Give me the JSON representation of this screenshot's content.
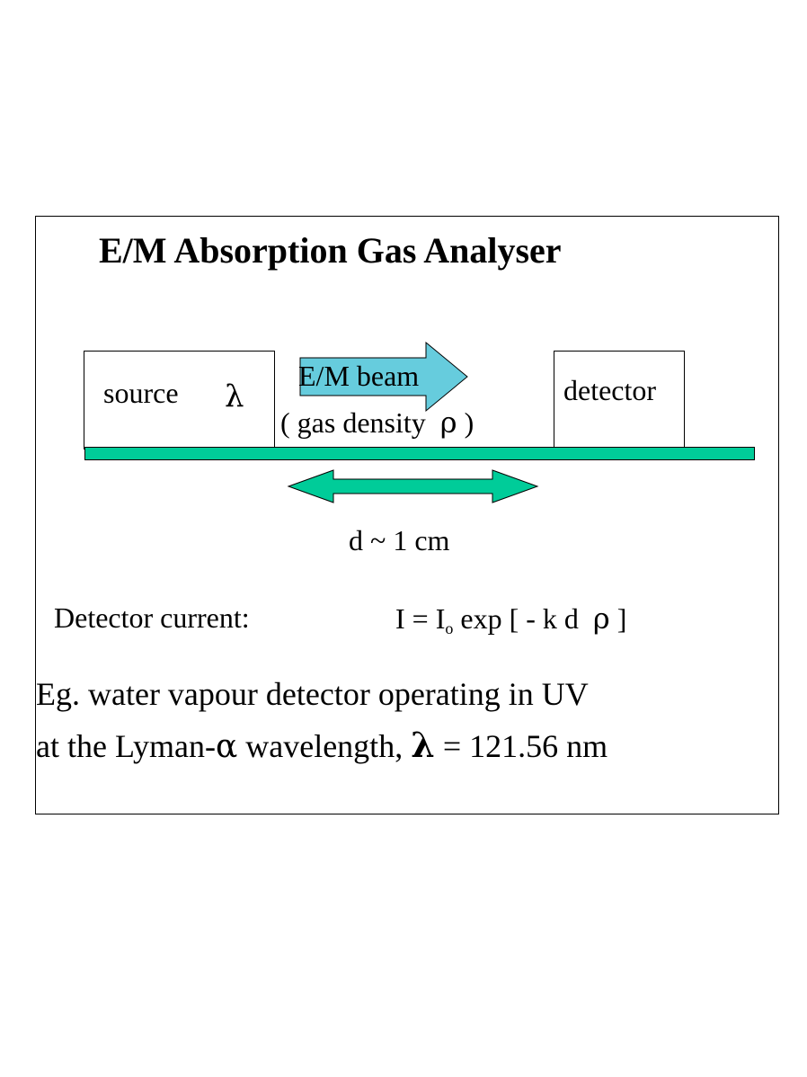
{
  "slide": {
    "title": "E/M Absorption Gas Analyser",
    "source_label": "source",
    "source_symbol": "λ",
    "beam_label": "E/M beam",
    "gas_label_open": "( gas density",
    "gas_symbol": "ρ",
    "gas_label_close": ")",
    "detector_label": "detector",
    "distance_label": "d ~ 1 cm",
    "detector_current_label": "Detector current:",
    "formula_lhs": "I = I",
    "formula_sub": "o",
    "formula_mid": " exp [ - k d ",
    "formula_symbol": "ρ",
    "formula_end": " ]",
    "example_line1": "Eg. water vapour detector operating in UV",
    "example_line2_pre": "at the Lyman-",
    "example_alpha": "α",
    "example_line2_mid": " wavelength, ",
    "example_lambda": "λ",
    "example_line2_post": " = 121.56 nm"
  },
  "colors": {
    "bar": "#00cc99",
    "beam_arrow": "#66ccdd",
    "distance_arrow": "#00cc99"
  }
}
